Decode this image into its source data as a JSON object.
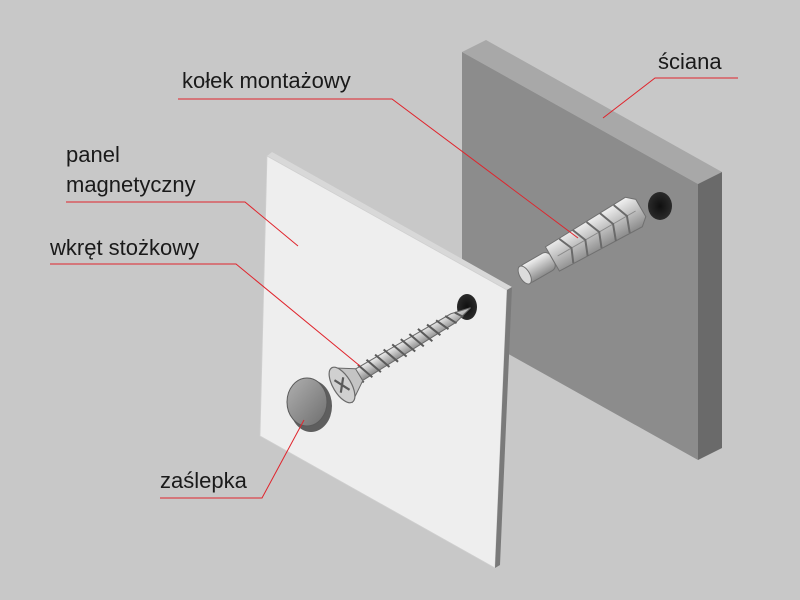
{
  "labels": {
    "wall": "ściana",
    "anchor": "kołek montażowy",
    "panel_line1": "panel",
    "panel_line2": "magnetyczny",
    "screw": "wkręt stożkowy",
    "cap": "zaślepka"
  },
  "colors": {
    "background": "#c8c8c8",
    "leader_line": "#e0242c",
    "wall_face": "#8c8c8c",
    "panel_face": "#eeeeee",
    "metal": "#cfcfcf"
  }
}
